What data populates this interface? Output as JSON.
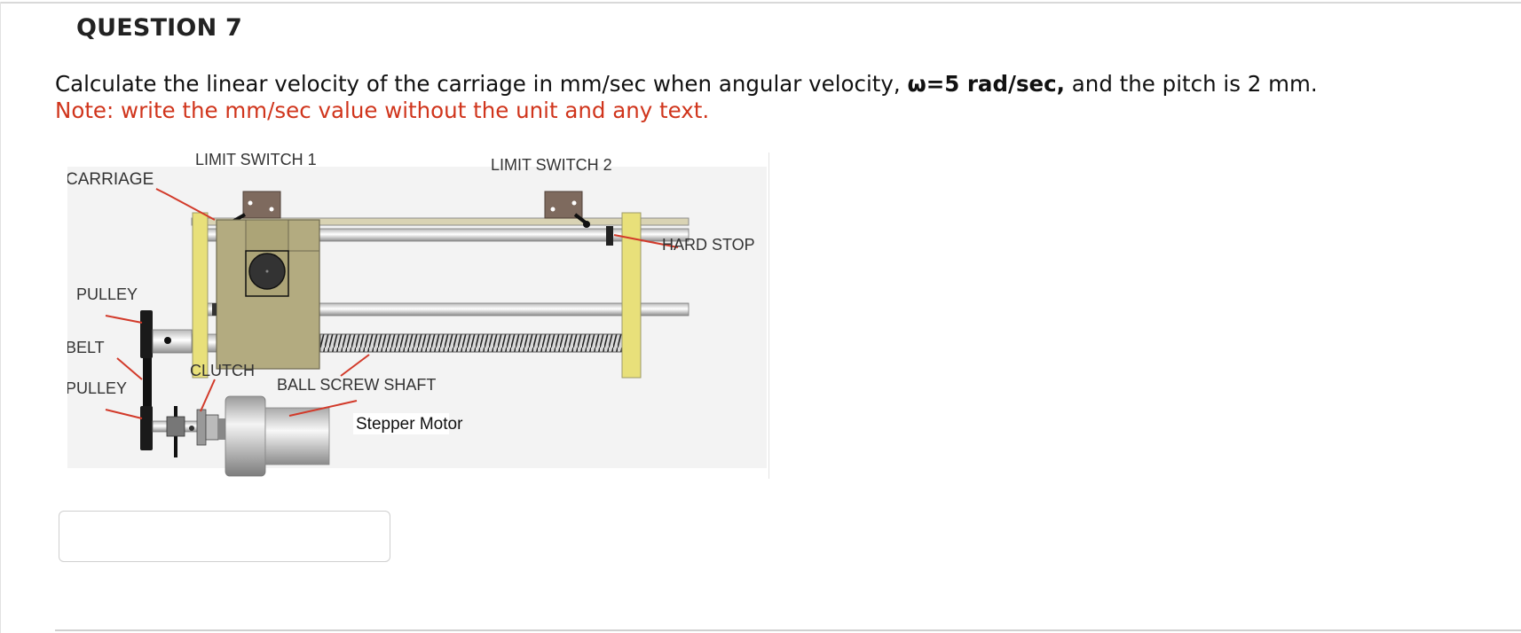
{
  "question": {
    "title": "QUESTION 7",
    "text_before": "Calculate the linear velocity of the carriage in mm/sec when angular velocity, ",
    "text_bold": "ω=5 rad/sec,",
    "text_after": " and the pitch is 2 mm.",
    "note": "Note: write the mm/sec value without the unit and any text."
  },
  "figure": {
    "labels": {
      "carriage": "CARRIAGE",
      "limit_switch_1": "LIMIT SWITCH 1",
      "limit_switch_2": "LIMIT SWITCH 2",
      "hard_stop": "HARD STOP",
      "pulley_top": "PULLEY",
      "belt": "BELT",
      "pulley_bottom": "PULLEY",
      "clutch": "CLUTCH",
      "ball_screw_shaft": "BALL SCREW SHAFT",
      "stepper_motor": "Stepper Motor"
    }
  },
  "answer": {
    "value": "",
    "placeholder": ""
  }
}
